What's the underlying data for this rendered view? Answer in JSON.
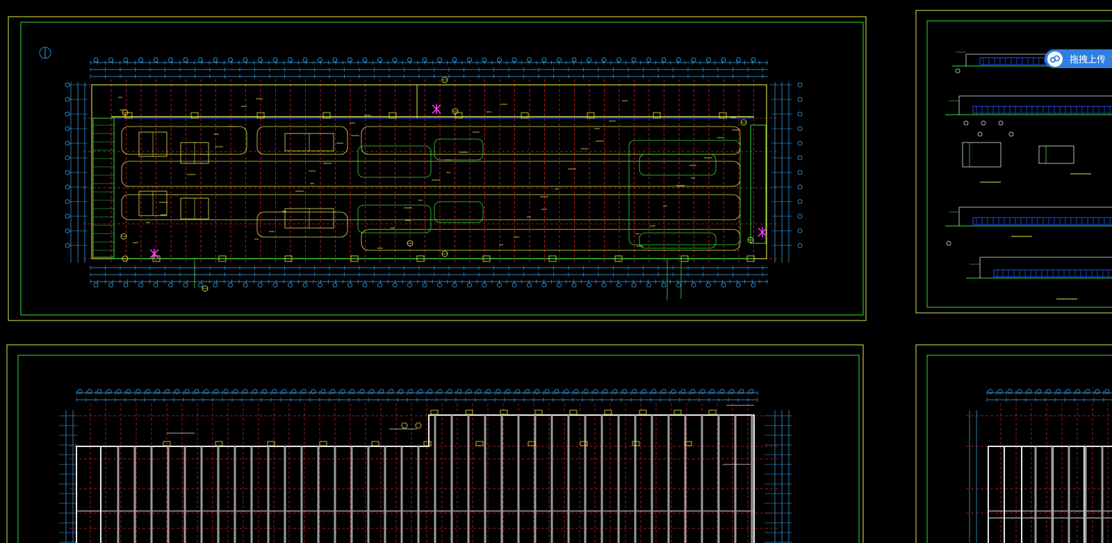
{
  "colors": {
    "background": "#000000",
    "frame_outer": "#e8e84a",
    "frame_inner": "#38e038",
    "axis_grid": "#e02020",
    "column_grid": "#3ab0ff",
    "walls": "#e8e84a",
    "pipes": "#38e038",
    "highlight": "#ff40ff",
    "structure_white": "#e8e8e8",
    "elevation_blue": "#2050ff",
    "upload_bg": "#2f7fe0"
  },
  "sheets": [
    {
      "id": "sheet-1",
      "kind": "floor-plan"
    },
    {
      "id": "sheet-2",
      "kind": "elevations-sections"
    },
    {
      "id": "sheet-3",
      "kind": "roof-plan"
    },
    {
      "id": "sheet-4",
      "kind": "roof-plan-partial"
    }
  ],
  "upload_widget": {
    "label": "拖拽上传",
    "icon": "cloud-icon"
  }
}
